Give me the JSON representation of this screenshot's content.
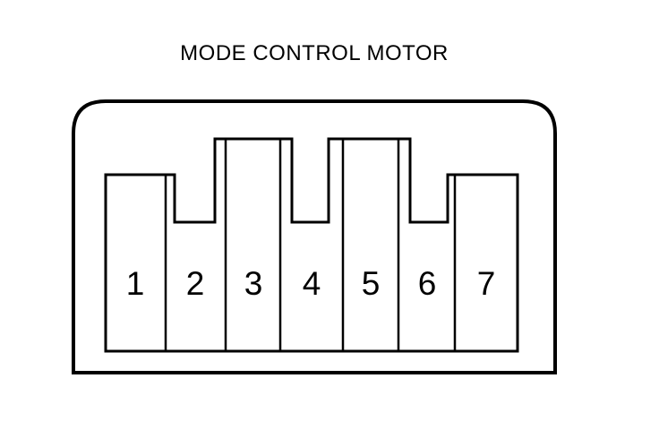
{
  "title": "MODE CONTROL MOTOR",
  "connector": {
    "pin_count": 7,
    "pins": [
      "1",
      "2",
      "3",
      "4",
      "5",
      "6",
      "7"
    ]
  },
  "colors": {
    "line": "#000000",
    "background": "#ffffff"
  }
}
